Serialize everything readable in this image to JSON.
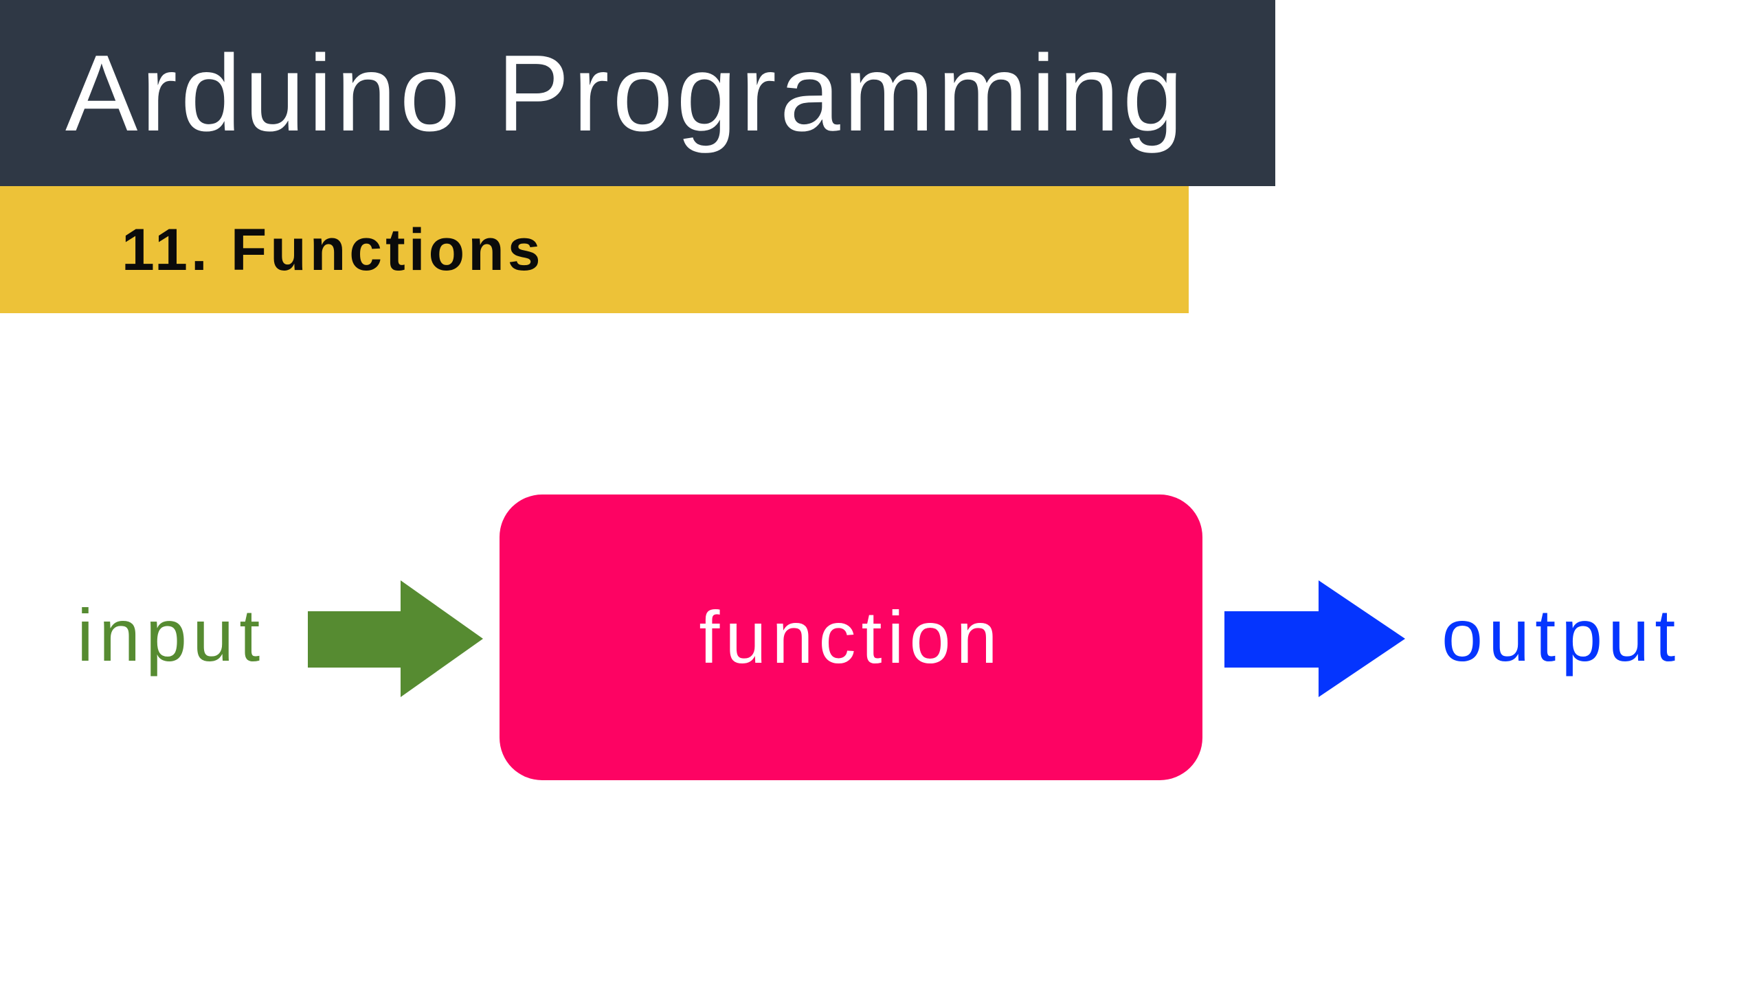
{
  "header": {
    "title": "Arduino Programming",
    "bg_color": "#2F3845",
    "text_color": "#FFFFFF"
  },
  "section": {
    "label": "11. Functions",
    "bg_color": "#EDC238",
    "text_color": "#0B0B0B"
  },
  "diagram": {
    "input_label": "input",
    "function_label": "function",
    "output_label": "output",
    "colors": {
      "input_text": "#568B31",
      "input_arrow": "#568B31",
      "function_bg": "#FD0363",
      "function_text": "#FFFFFF",
      "output_arrow": "#0535FE",
      "output_text": "#0535FE"
    }
  }
}
